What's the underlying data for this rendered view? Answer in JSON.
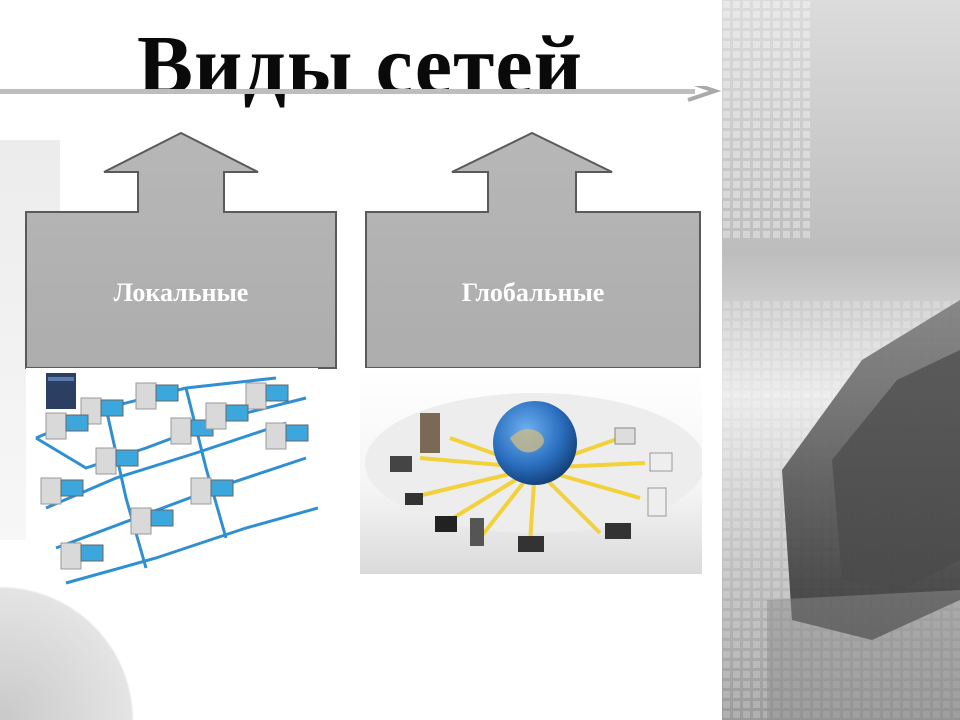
{
  "title": "Виды сетей",
  "boxes": {
    "local": "Локальные",
    "global": "Глобальные"
  },
  "colors": {
    "box_fill": "#b4b4b4",
    "box_stroke": "#5a5a5a",
    "title": "#0a0a0a",
    "accent_lines": "#2f8fd3",
    "wan_arrows": "#f2d13a",
    "globe": "#2a6fbf"
  },
  "icons": {
    "title_arrow": "arrow-right-icon",
    "up_arrows": "arrow-up-icon",
    "lan": "computer-network-icon",
    "wan": "globe-network-icon"
  }
}
